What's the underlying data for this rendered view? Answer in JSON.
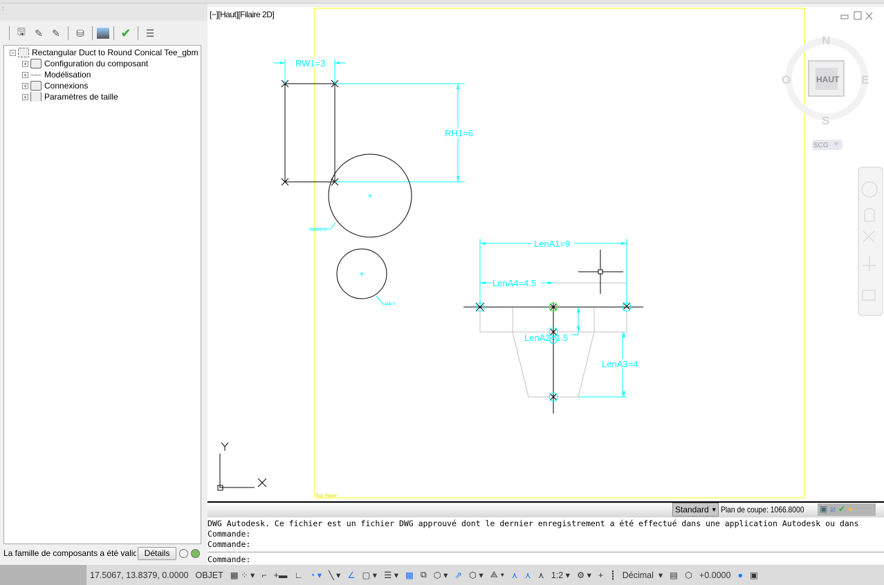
{
  "panel": {
    "toolbar": [
      "save-as-icon",
      "edit-part-icon",
      "edit-size-icon",
      "add-part-icon",
      "image-icon",
      "validate-icon",
      "properties-icon"
    ],
    "tree": {
      "root": "Rectangular Duct to Round Conical Tee_gbm",
      "children": [
        "Configuration du composant",
        "Modélisation",
        "Connexions",
        "Paramètres de taille"
      ]
    },
    "status_text": "La famille de composants a été validée",
    "details_label": "Détails"
  },
  "viewport": {
    "label": "[−][Haut][Filaire 2D]",
    "plane_label": "Top Plane",
    "ucs": {
      "x": "X",
      "y": "Y"
    },
    "viewcube": {
      "n": "N",
      "s": "S",
      "e": "E",
      "w": "O",
      "face": "HAUT",
      "ucs_menu": "SCG"
    },
    "dims": {
      "rw1": "RW1=3",
      "rh1": "RH1=6",
      "bdyd1": "BdyD1=5",
      "d3": "D3=3",
      "lena1": "LenA1=9",
      "lena4": "LenA4=4.5",
      "lena2": "LenA2=1.5",
      "lena3": "LenA3=4"
    },
    "visual_style": "Standard",
    "clip_plane_label": "Plan de coupe:",
    "clip_plane_value": "1066.8000"
  },
  "command": {
    "history": [
      "DWG Autodesk.  Ce fichier est un fichier DWG approuvé dont le dernier enregistrement a été effectué dans une application Autodesk ou dans",
      "Commande:",
      "Commande:"
    ],
    "prompt": "Commande:"
  },
  "statusbar": {
    "coords": "17.5067, 13.8379, 0.0000",
    "mode": "OBJET",
    "scale": "1:2",
    "units": "Décimal",
    "elevation": "+0.0000"
  },
  "colors": {
    "dim": "#00ffff",
    "plane": "#ffff00",
    "geometry": "#000000",
    "accent": "#1e78ff"
  }
}
